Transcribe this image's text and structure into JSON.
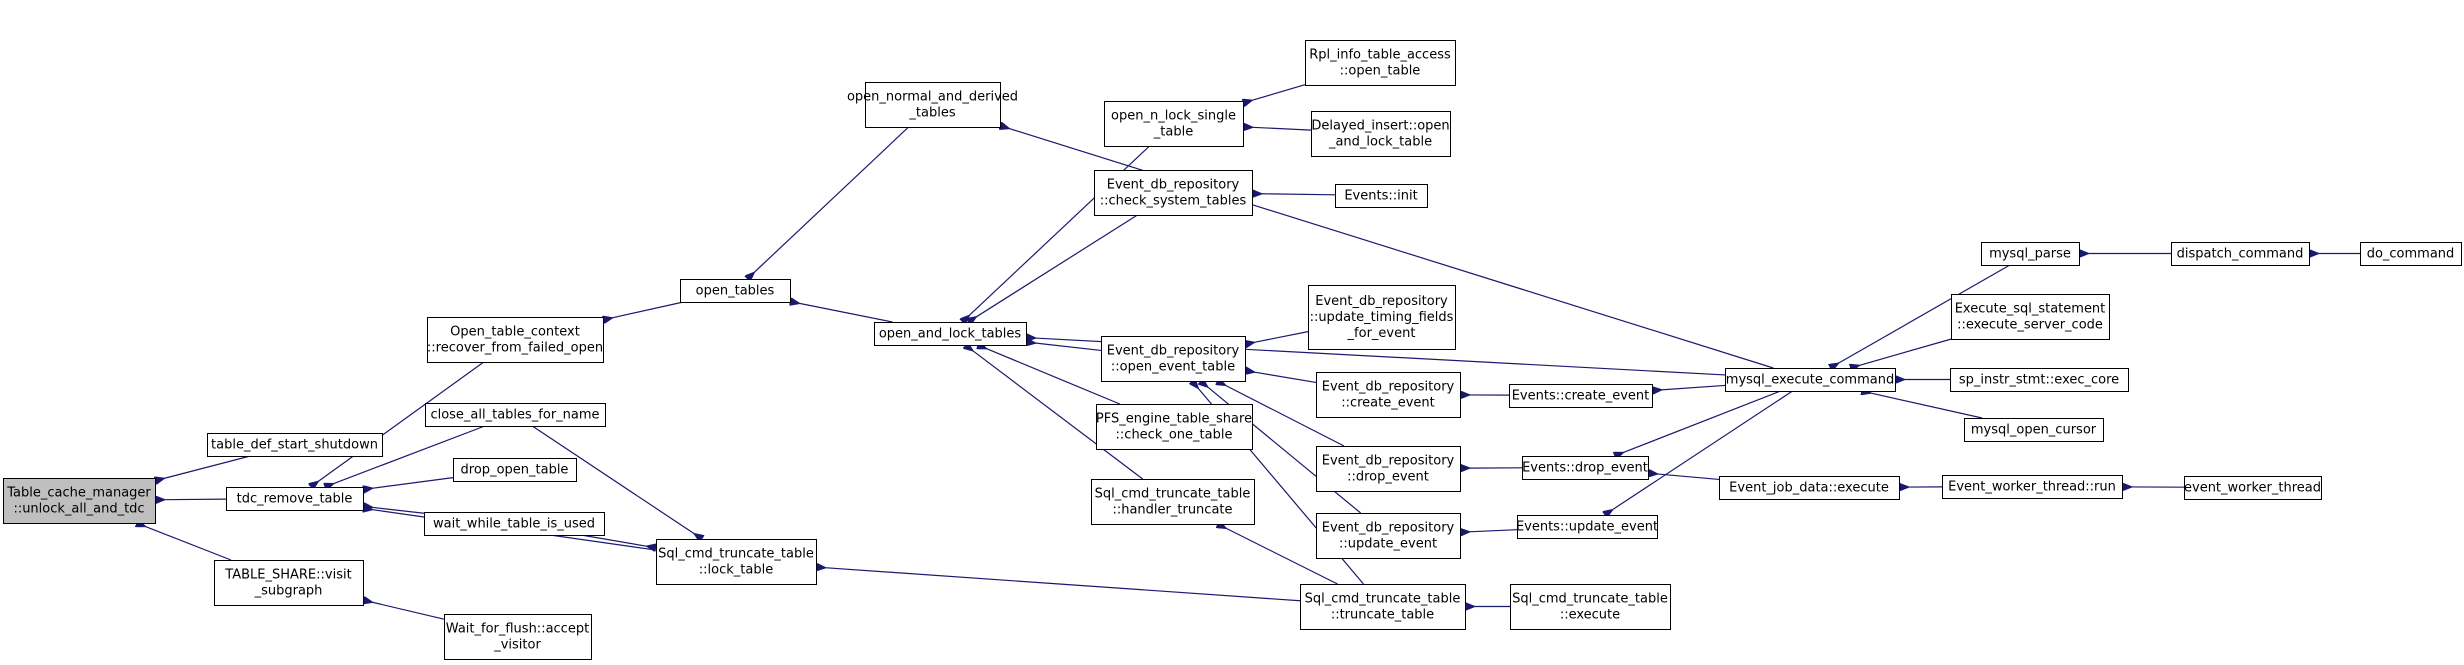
{
  "graph": {
    "nodes": [
      {
        "id": "root",
        "lines": [
          "Table_cache_manager",
          "::unlock_all_and_tdc"
        ],
        "root": true
      },
      {
        "id": "tdc_remove_table",
        "lines": [
          "tdc_remove_table"
        ]
      },
      {
        "id": "table_def_start_shutdown",
        "lines": [
          "table_def_start_shutdown"
        ]
      },
      {
        "id": "table_share_visit",
        "lines": [
          "TABLE_SHARE::visit",
          "_subgraph"
        ]
      },
      {
        "id": "wait_for_flush",
        "lines": [
          "Wait_for_flush::accept",
          "_visitor"
        ]
      },
      {
        "id": "recover_failed_open",
        "lines": [
          "Open_table_context",
          "::recover_from_failed_open"
        ]
      },
      {
        "id": "close_all_tables",
        "lines": [
          "close_all_tables_for_name"
        ]
      },
      {
        "id": "drop_open_table",
        "lines": [
          "drop_open_table"
        ]
      },
      {
        "id": "wait_while_table",
        "lines": [
          "wait_while_table_is_used"
        ]
      },
      {
        "id": "sql_lock_table",
        "lines": [
          "Sql_cmd_truncate_table",
          "::lock_table"
        ]
      },
      {
        "id": "open_tables",
        "lines": [
          "open_tables"
        ]
      },
      {
        "id": "open_normal_derived",
        "lines": [
          "open_normal_and_derived",
          "_tables"
        ]
      },
      {
        "id": "open_and_lock_tables",
        "lines": [
          "open_and_lock_tables"
        ]
      },
      {
        "id": "open_n_lock_single",
        "lines": [
          "open_n_lock_single",
          "_table"
        ]
      },
      {
        "id": "rpl_info_open",
        "lines": [
          "Rpl_info_table_access",
          "::open_table"
        ]
      },
      {
        "id": "delayed_insert",
        "lines": [
          "Delayed_insert::open",
          "_and_lock_table"
        ]
      },
      {
        "id": "check_system_tables",
        "lines": [
          "Event_db_repository",
          "::check_system_tables"
        ]
      },
      {
        "id": "events_init",
        "lines": [
          "Events::init"
        ]
      },
      {
        "id": "update_timing",
        "lines": [
          "Event_db_repository",
          "::update_timing_fields",
          "_for_event"
        ]
      },
      {
        "id": "open_event_table",
        "lines": [
          "Event_db_repository",
          "::open_event_table"
        ]
      },
      {
        "id": "pfs_check",
        "lines": [
          "PFS_engine_table_share",
          "::check_one_table"
        ]
      },
      {
        "id": "handler_truncate",
        "lines": [
          "Sql_cmd_truncate_table",
          "::handler_truncate"
        ]
      },
      {
        "id": "repo_create_event",
        "lines": [
          "Event_db_repository",
          "::create_event"
        ]
      },
      {
        "id": "repo_drop_event",
        "lines": [
          "Event_db_repository",
          "::drop_event"
        ]
      },
      {
        "id": "repo_update_event",
        "lines": [
          "Event_db_repository",
          "::update_event"
        ]
      },
      {
        "id": "truncate_table",
        "lines": [
          "Sql_cmd_truncate_table",
          "::truncate_table"
        ]
      },
      {
        "id": "events_create",
        "lines": [
          "Events::create_event"
        ]
      },
      {
        "id": "events_drop",
        "lines": [
          "Events::drop_event"
        ]
      },
      {
        "id": "events_update",
        "lines": [
          "Events::update_event"
        ]
      },
      {
        "id": "truncate_execute",
        "lines": [
          "Sql_cmd_truncate_table",
          "::execute"
        ]
      },
      {
        "id": "mysql_execute_command",
        "lines": [
          "mysql_execute_command"
        ]
      },
      {
        "id": "event_job_execute",
        "lines": [
          "Event_job_data::execute"
        ]
      },
      {
        "id": "mysql_parse",
        "lines": [
          "mysql_parse"
        ]
      },
      {
        "id": "execute_server_code",
        "lines": [
          "Execute_sql_statement",
          "::execute_server_code"
        ]
      },
      {
        "id": "sp_exec_core",
        "lines": [
          "sp_instr_stmt::exec_core"
        ]
      },
      {
        "id": "mysql_open_cursor",
        "lines": [
          "mysql_open_cursor"
        ]
      },
      {
        "id": "worker_run",
        "lines": [
          "Event_worker_thread::run"
        ]
      },
      {
        "id": "event_worker_thread",
        "lines": [
          "event_worker_thread"
        ]
      },
      {
        "id": "dispatch_command",
        "lines": [
          "dispatch_command"
        ]
      },
      {
        "id": "do_command",
        "lines": [
          "do_command"
        ]
      }
    ],
    "edges": [
      [
        "tdc_remove_table",
        "root"
      ],
      [
        "table_def_start_shutdown",
        "root"
      ],
      [
        "table_share_visit",
        "root"
      ],
      [
        "wait_for_flush",
        "table_share_visit"
      ],
      [
        "recover_failed_open",
        "tdc_remove_table"
      ],
      [
        "close_all_tables",
        "tdc_remove_table"
      ],
      [
        "drop_open_table",
        "tdc_remove_table"
      ],
      [
        "wait_while_table",
        "tdc_remove_table"
      ],
      [
        "sql_lock_table",
        "tdc_remove_table"
      ],
      [
        "close_all_tables",
        "sql_lock_table"
      ],
      [
        "wait_while_table",
        "sql_lock_table"
      ],
      [
        "open_tables",
        "recover_failed_open"
      ],
      [
        "open_normal_derived",
        "open_tables"
      ],
      [
        "open_and_lock_tables",
        "open_tables"
      ],
      [
        "mysql_execute_command",
        "open_normal_derived"
      ],
      [
        "open_n_lock_single",
        "open_and_lock_tables"
      ],
      [
        "check_system_tables",
        "open_and_lock_tables"
      ],
      [
        "mysql_execute_command",
        "open_and_lock_tables"
      ],
      [
        "open_event_table",
        "open_and_lock_tables"
      ],
      [
        "pfs_check",
        "open_and_lock_tables"
      ],
      [
        "handler_truncate",
        "open_and_lock_tables"
      ],
      [
        "rpl_info_open",
        "open_n_lock_single"
      ],
      [
        "delayed_insert",
        "open_n_lock_single"
      ],
      [
        "events_init",
        "check_system_tables"
      ],
      [
        "update_timing",
        "open_event_table"
      ],
      [
        "repo_create_event",
        "open_event_table"
      ],
      [
        "repo_drop_event",
        "open_event_table"
      ],
      [
        "repo_update_event",
        "open_event_table"
      ],
      [
        "truncate_table",
        "open_event_table"
      ],
      [
        "truncate_table",
        "handler_truncate"
      ],
      [
        "truncate_table",
        "sql_lock_table"
      ],
      [
        "events_create",
        "repo_create_event"
      ],
      [
        "events_drop",
        "repo_drop_event"
      ],
      [
        "events_update",
        "repo_update_event"
      ],
      [
        "mysql_execute_command",
        "events_create"
      ],
      [
        "mysql_execute_command",
        "events_drop"
      ],
      [
        "mysql_execute_command",
        "events_update"
      ],
      [
        "event_job_execute",
        "events_drop"
      ],
      [
        "truncate_execute",
        "truncate_table"
      ],
      [
        "mysql_parse",
        "mysql_execute_command"
      ],
      [
        "execute_server_code",
        "mysql_execute_command"
      ],
      [
        "sp_exec_core",
        "mysql_execute_command"
      ],
      [
        "mysql_open_cursor",
        "mysql_execute_command"
      ],
      [
        "worker_run",
        "event_job_execute"
      ],
      [
        "event_worker_thread",
        "worker_run"
      ],
      [
        "dispatch_command",
        "mysql_parse"
      ],
      [
        "do_command",
        "dispatch_command"
      ]
    ]
  }
}
